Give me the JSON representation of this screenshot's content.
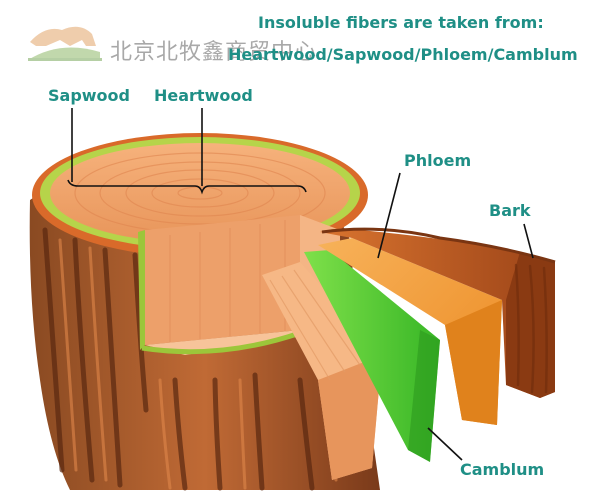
{
  "header": {
    "line1": "Insoluble fibers are taken from:",
    "line2": "Heartwood/Sapwood/Phloem/Camblum"
  },
  "watermark": {
    "text": "北京北牧鑫商贸中心"
  },
  "labels": {
    "sapwood": "Sapwood",
    "heartwood": "Heartwood",
    "phloem": "Phloem",
    "bark": "Bark",
    "camblum": "Camblum"
  },
  "colors": {
    "label_teal": "#1f8f86",
    "heartwood": "#f2a66a",
    "sapwood_ring": "#b6d44a",
    "camblum_green": "#5bd33a",
    "phloem_orange": "#f39a2e",
    "bark_brown": "#c7622a",
    "trunk_dark": "#7a3a1a"
  }
}
